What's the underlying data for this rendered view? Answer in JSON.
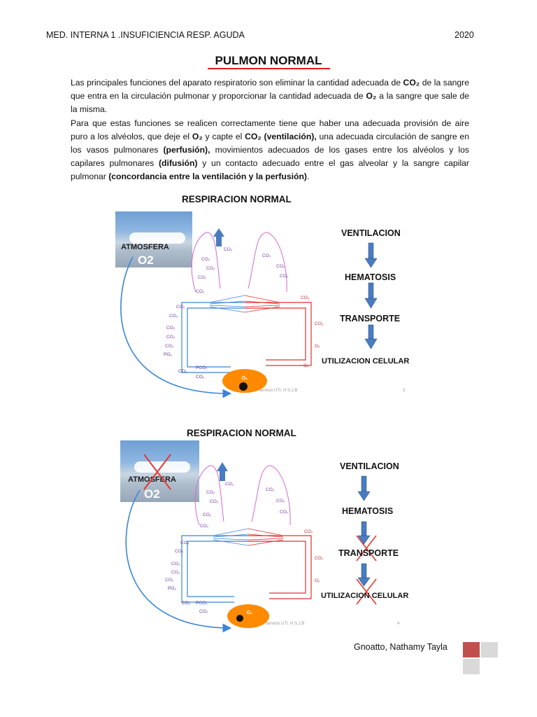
{
  "header": {
    "left": "MED. INTERNA 1 .INSUFICIENCIA RESP. AGUDA",
    "right": "2020"
  },
  "title": "PULMON NORMAL",
  "paragraph1_parts": [
    "Las principales funciones del aparato respiratorio son eliminar la cantidad adecuada de ",
    "CO₂",
    " de la sangre que entra en la circulación pulmonar y proporcionar la cantidad adecuada de ",
    "O₂",
    " a la sangre que sale de la misma."
  ],
  "paragraph2_parts": [
    "Para que estas funciones se realicen correctamente tiene que haber una adecuada provisión de aire puro a los alvéolos, que deje el ",
    "O₂",
    " y capte el ",
    "CO₂ (ventilación),",
    " una adecuada circulación de sangre en los vasos pulmonares ",
    "(perfusión),",
    " movimientos adecuados de los gases entre los alvéolos y los capilares pulmonares ",
    "(difusión)",
    " y un contacto adecuado entre el gas alveolar y la sangre capilar pulmonar ",
    "(concordancia entre la ventilación y la perfusión)",
    "."
  ],
  "diagram1": {
    "title": "RESPIRACION NORMAL",
    "atmosphere_label": "ATMOSFERA",
    "atmosphere_gas": "O2",
    "steps": [
      "VENTILACION",
      "HEMATOSIS",
      "TRANSPORTE",
      "UTILIZACION CELULAR"
    ],
    "footnote": "servicio UTI. H S.J.B",
    "page_number": "3"
  },
  "diagram2": {
    "title": "RESPIRACION NORMAL",
    "atmosphere_label": "ATMOSFERA",
    "atmosphere_gas": "O2",
    "steps": [
      "VENTILACION",
      "HEMATOSIS",
      "TRANSPORTE",
      "UTILIZACION CELULAR"
    ],
    "footnote": "servicio UTI. H S.J.B",
    "page_number": "4"
  },
  "gas_labels": {
    "co2": "CO₂",
    "o2": "O₂",
    "po2": "PO₂",
    "pco2": "PCO₂"
  },
  "author": "Gnoatto, Nathamy Tayla",
  "colors": {
    "title_underline": "#e31b1b",
    "arrow_blue": "#4a7cc0",
    "vein_blue": "#3a85d8",
    "artery_red": "#e03030",
    "lung_pink": "#d060d0",
    "cell_orange": "#ff8a00",
    "cross_red": "#e53935",
    "square_red": "#c0504d",
    "square_gray": "#d9d9d9"
  }
}
